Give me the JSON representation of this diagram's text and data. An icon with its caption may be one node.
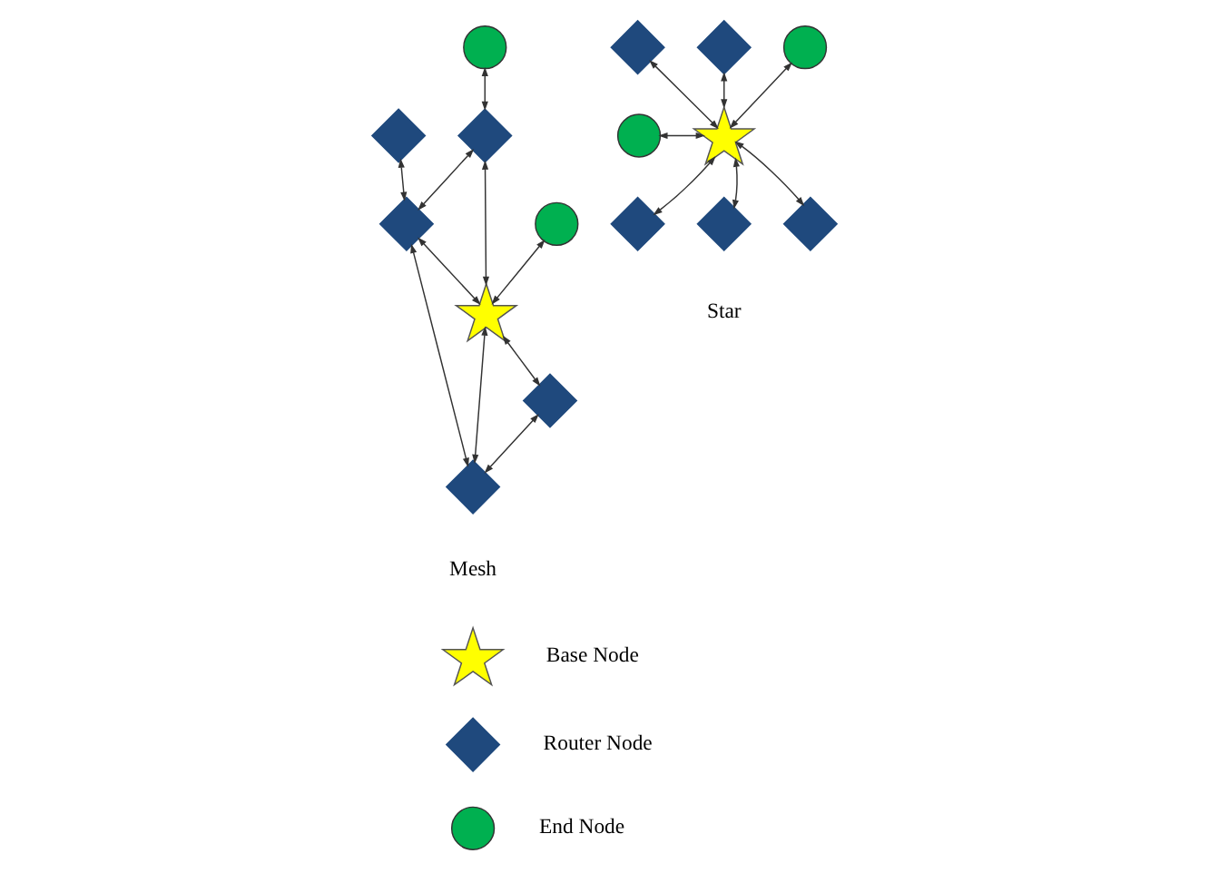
{
  "diagram": {
    "nodes": [
      {
        "text": [],
        "shape": "circle"
      },
      {
        "text": [],
        "shape": "diamond"
      },
      {
        "text": [],
        "shape": "diamond"
      },
      {
        "text": [],
        "shape": "circle"
      },
      {
        "text": [],
        "shape": "diamond"
      },
      {
        "text": [],
        "shape": "star"
      },
      {
        "text": [],
        "shape": "diamond"
      },
      {
        "text": [],
        "shape": "diamond"
      },
      {
        "text": [],
        "shape": "diamond"
      },
      {
        "text": [],
        "shape": "diamond"
      },
      {
        "text": [],
        "shape": "circle"
      },
      {
        "text": [],
        "shape": "circle"
      },
      {
        "text": [],
        "shape": "star"
      },
      {
        "text": [],
        "shape": "diamond"
      },
      {
        "text": [],
        "shape": "diamond"
      },
      {
        "text": [],
        "shape": "diamond"
      },
      {
        "text": [],
        "shape": "star",
        "beside": [
          "Base Node"
        ]
      },
      {
        "text": [],
        "shape": "diamond",
        "beside": [
          "Router Node"
        ]
      },
      {
        "text": [],
        "shape": "circle",
        "beside": [
          "End Node"
        ]
      }
    ],
    "edges": [
      {
        "from": 0,
        "to": 2,
        "arrow": "both"
      },
      {
        "from": 1,
        "to": 4,
        "arrow": "both"
      },
      {
        "from": 2,
        "to": 4,
        "arrow": "both"
      },
      {
        "from": 2,
        "to": 5,
        "arrow": "both"
      },
      {
        "from": 3,
        "to": 5,
        "arrow": "both"
      },
      {
        "from": 4,
        "to": 5,
        "arrow": "both"
      },
      {
        "from": 5,
        "to": 6,
        "arrow": "both"
      },
      {
        "from": 4,
        "to": 7,
        "arrow": "both"
      },
      {
        "from": 5,
        "to": 7,
        "arrow": "both"
      },
      {
        "from": 6,
        "to": 7,
        "arrow": "both"
      },
      {
        "from": 8,
        "to": 12,
        "arrow": "both"
      },
      {
        "from": 9,
        "to": 12,
        "arrow": "both"
      },
      {
        "from": 10,
        "to": 12,
        "arrow": "both"
      },
      {
        "from": 11,
        "to": 12,
        "arrow": "both"
      },
      {
        "from": 13,
        "to": 12,
        "arrow": "both"
      },
      {
        "from": 14,
        "to": 12,
        "arrow": "both"
      },
      {
        "from": 15,
        "to": 12,
        "arrow": "both"
      }
    ],
    "labels": [
      "Mesh",
      "Star"
    ]
  }
}
